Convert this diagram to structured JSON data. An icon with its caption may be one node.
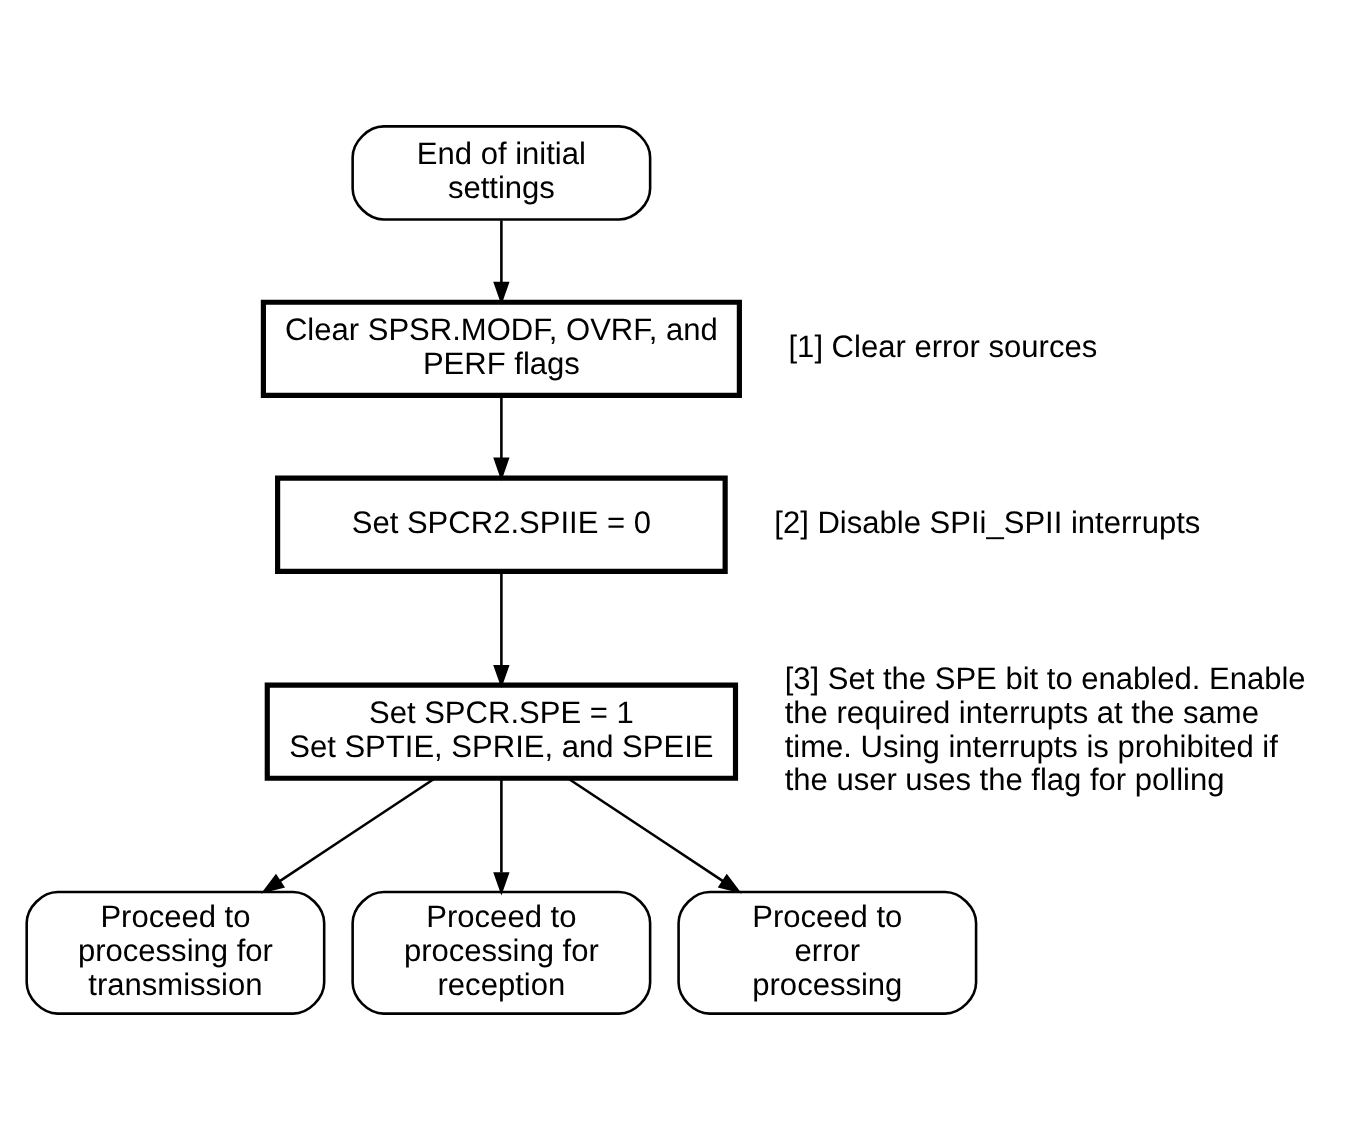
{
  "diagram": {
    "nodes": [
      {
        "text": [
          "End of initial settings"
        ]
      },
      {
        "text": [
          "Clear SPSR.MODF, OVRF, and PERF flags"
        ],
        "beside": [
          "[1] Clear error sources"
        ]
      },
      {
        "text": [
          "Set SPCR2.SPIIE = 0"
        ],
        "beside": [
          "[2] Disable SPIi_SPII interrupts"
        ]
      },
      {
        "text": [
          "Set SPCR.SPE = 1",
          "Set SPTIE, SPRIE, and SPEIE"
        ],
        "beside": [
          "[3] Set the SPE bit to enabled. Enable the required interrupts at the same time. Using interrupts is prohibited if the user uses the flag for polling"
        ]
      },
      {
        "text": [
          "Proceed to processing for transmission"
        ]
      },
      {
        "text": [
          "Proceed to processing for reception"
        ]
      },
      {
        "text": [
          "Proceed to error processing"
        ]
      }
    ],
    "edges": [
      {
        "from": 0,
        "to": 1,
        "arrow": "to"
      },
      {
        "from": 1,
        "to": 2,
        "arrow": "to"
      },
      {
        "from": 2,
        "to": 3,
        "arrow": "to"
      },
      {
        "from": 3,
        "to": 4,
        "arrow": "to"
      },
      {
        "from": 3,
        "to": 5,
        "arrow": "to"
      },
      {
        "from": 3,
        "to": 6,
        "arrow": "to"
      }
    ]
  }
}
